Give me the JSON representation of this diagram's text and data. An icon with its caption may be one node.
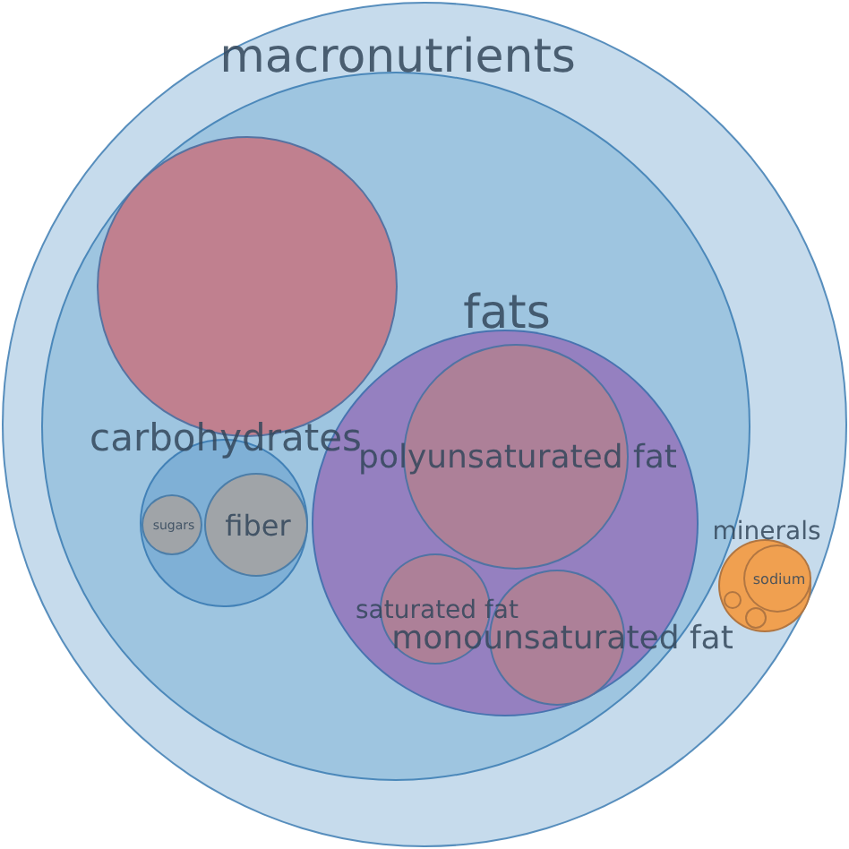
{
  "diagram": {
    "nodes": [
      {
        "text": [],
        "shape": "circle"
      },
      {
        "text": [
          "macronutrients"
        ],
        "in": 0
      },
      {
        "text": [],
        "shape": "circle",
        "in": 1
      },
      {
        "text": [
          "carbohydrates"
        ],
        "in": 1
      },
      {
        "text": [
          "sugars"
        ],
        "in": 3
      },
      {
        "text": [
          "fiber"
        ],
        "in": 3
      },
      {
        "text": [
          "fats"
        ],
        "in": 1
      },
      {
        "text": [
          "polyunsaturated fat"
        ],
        "in": 6
      },
      {
        "text": [
          "saturated fat"
        ],
        "in": 6
      },
      {
        "text": [
          "monounsaturated fat"
        ],
        "in": 6
      },
      {
        "text": [
          "minerals"
        ],
        "in": 0
      },
      {
        "text": [
          "sodium"
        ],
        "in": 10
      },
      {
        "text": [],
        "shape": "circle"
      },
      {
        "text": [],
        "shape": "circle",
        "in": 10
      }
    ]
  }
}
